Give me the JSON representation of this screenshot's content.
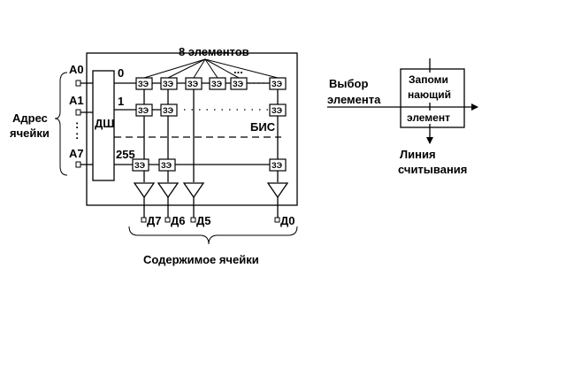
{
  "left_diagram": {
    "top_label": "8 элементов",
    "address_label_line1": "Адрес",
    "address_label_line2": "ячейки",
    "address_pins": [
      "A0",
      "A1",
      "A7"
    ],
    "vertical_dots": ":",
    "decoder_label": "ДШ",
    "row_labels": [
      "0",
      "1",
      "255"
    ],
    "cell_label": "ЗЭ",
    "chip_label": "БИС",
    "horizontal_dots": "...",
    "outputs": [
      "Д7",
      "Д6",
      "Д5",
      "Д0"
    ],
    "bottom_label": "Содержимое ячейки"
  },
  "right_diagram": {
    "input_label_line1": "Выбор",
    "input_label_line2": "элемента",
    "box_text_line1": "Запоми",
    "box_text_line2": "нающий",
    "box_text_line3": "элемент",
    "output_label_line1": "Линия",
    "output_label_line2": "считывания"
  }
}
